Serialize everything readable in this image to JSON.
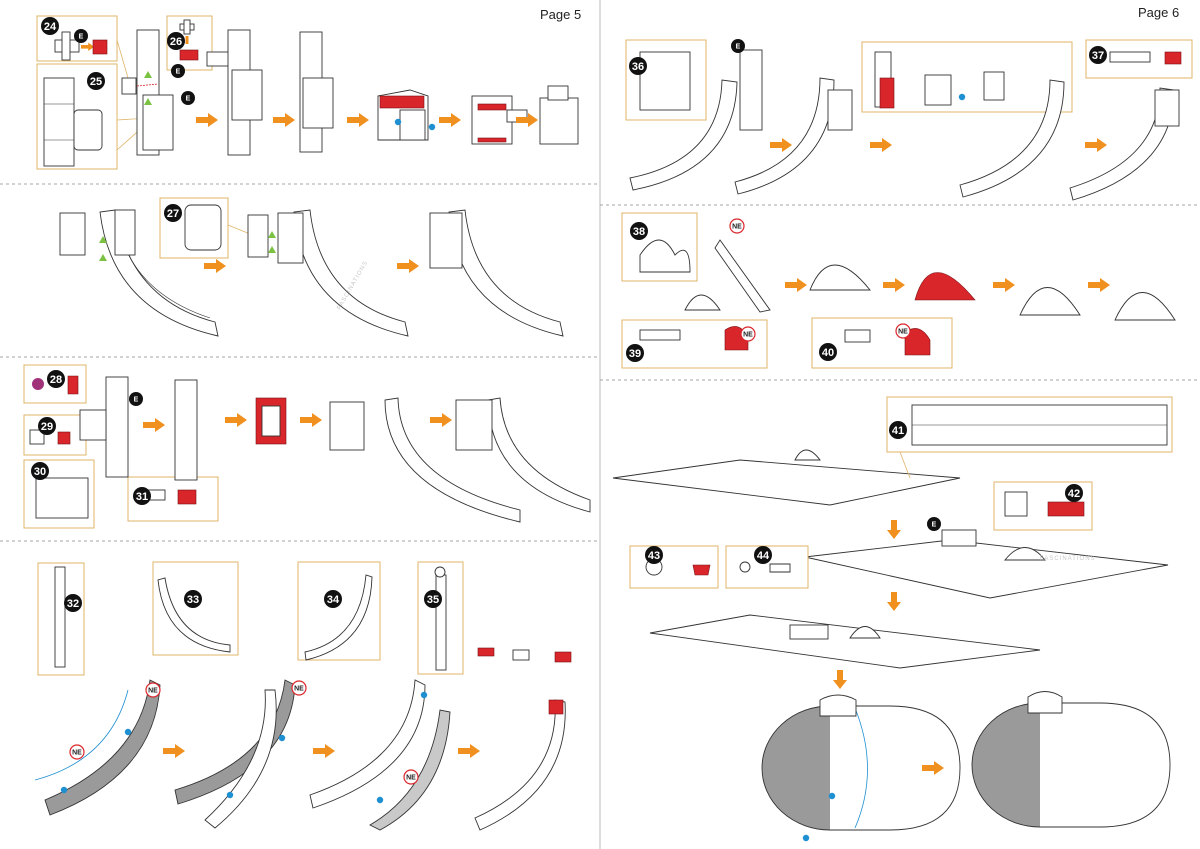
{
  "pages": [
    {
      "label": "Page 5"
    },
    {
      "label": "Page 6"
    }
  ],
  "tags": {
    "easy": "E",
    "not_easy": "NE"
  },
  "watermark": "FASCINATIONS",
  "colors": {
    "arrow": "#f0901e",
    "box": "#e0b46a",
    "highlight": "#d9262b",
    "dot": "#1e8fd1",
    "triangle": "#7cc242"
  },
  "steps": {
    "s24": "24",
    "s25": "25",
    "s26": "26",
    "s27": "27",
    "s28": "28",
    "s29": "29",
    "s30": "30",
    "s31": "31",
    "s32": "32",
    "s33": "33",
    "s34": "34",
    "s35": "35",
    "s36": "36",
    "s37": "37",
    "s38": "38",
    "s39": "39",
    "s40": "40",
    "s41": "41",
    "s42": "42",
    "s43": "43",
    "s44": "44"
  }
}
